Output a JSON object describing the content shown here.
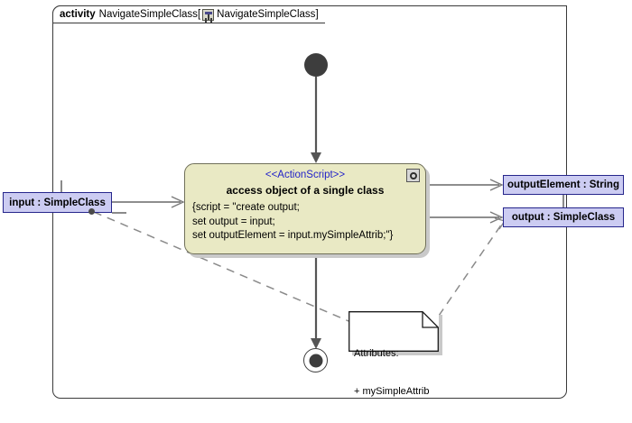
{
  "diagram": {
    "frame": {
      "keyword": "activity",
      "name": "NavigateSimpleClass",
      "bracket_open": "[",
      "icon": "activity-diagram-icon",
      "qualified_name": "NavigateSimpleClass",
      "bracket_close": "]"
    },
    "nodes": {
      "initial": {
        "name": "initial-node",
        "label": ""
      },
      "final": {
        "name": "activity-final-node",
        "label": ""
      },
      "action": {
        "stereotype": "<<ActionScript>>",
        "title": "access object of a single class",
        "body_lines": [
          "{script = \"create output;",
          "set output = input;",
          "set outputElement = input.mySimpleAttrib;\"}"
        ],
        "corner_icon": "script-gear-icon"
      }
    },
    "pins": [
      {
        "id": "input",
        "label": "input : SimpleClass"
      },
      {
        "id": "outputElement",
        "label": "outputElement : String"
      },
      {
        "id": "output",
        "label": "output : SimpleClass"
      }
    ],
    "note": {
      "line1": "Attributes:",
      "line2": "+ mySimpleAttrib"
    },
    "colors": {
      "action_fill": "#e9e9c4",
      "action_border": "#70705a",
      "pin_fill": "#ccccf2",
      "pin_border": "#26268c",
      "stereotype_text": "#2323c8",
      "node_dark": "#3d3d3d",
      "shadow": "#c9c9c9",
      "frame_border": "#3a3a3a"
    }
  }
}
